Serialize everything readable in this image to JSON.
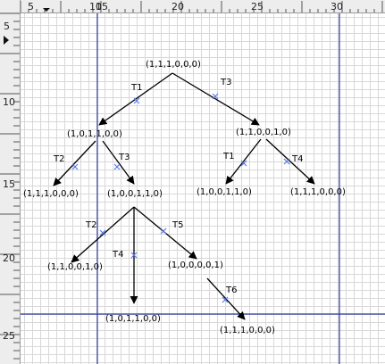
{
  "rulers": {
    "top_labels": [
      "5",
      "10",
      "15",
      "20",
      "25",
      "30"
    ],
    "left_labels": [
      "5",
      "10",
      "15",
      "20",
      "25"
    ]
  },
  "nodes": {
    "root": "(1,1,1,0,0,0)",
    "n1": "(1,0,1,1,0,0)",
    "n2": "(1,1,0,0,1,0)",
    "n3": "(1,1,1,0,0,0)",
    "n4": "(1,0,0,1,1,0)",
    "n5": "(1,0,0,1,1,0)",
    "n6": "(1,1,1,0,0,0)",
    "n7": "(1,1,0,0,1,0)",
    "n8": "(1,0,1,1,0,0)",
    "n9": "(1,0,0,0,0,1)",
    "n10": "(1,1,1,0,0,0)"
  },
  "transitions": {
    "t1a": "T1",
    "t3a": "T3",
    "t2a": "T2",
    "t3b": "T3",
    "t1b": "T1",
    "t4a": "T4",
    "t2b": "T2",
    "t4b": "T4",
    "t5": "T5",
    "t6": "T6"
  },
  "colors": {
    "guide": "#2e3a9c",
    "grid": "#d8d8d8",
    "marker": "#5a7be8",
    "edge": "#000000"
  }
}
